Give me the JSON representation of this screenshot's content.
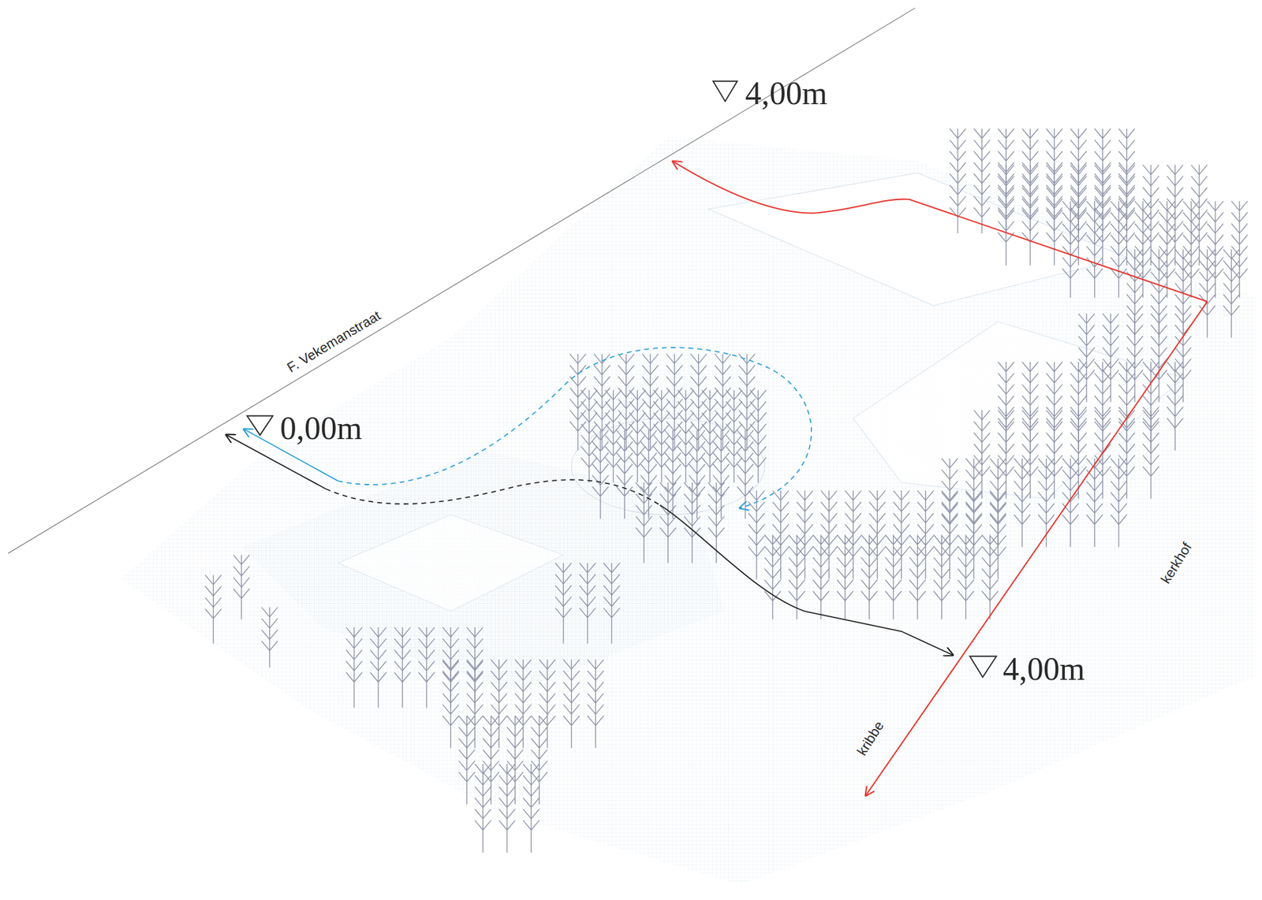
{
  "diagram": {
    "labels": [
      "4,00m",
      "F. Vekemanstraat",
      "0,00m",
      "4,00m",
      "kerkhof",
      "kribbe"
    ]
  }
}
